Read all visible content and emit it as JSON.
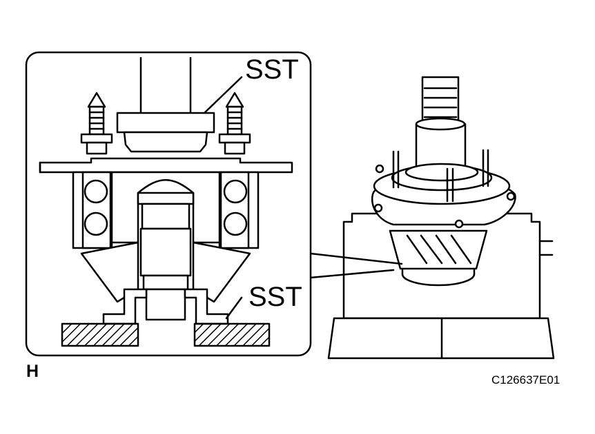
{
  "labels": {
    "sst_top": "SST",
    "sst_bottom": "SST",
    "corner_letter": "H",
    "figure_code": "C126637E01"
  },
  "colors": {
    "line": "#000000",
    "fill": "#ffffff"
  }
}
